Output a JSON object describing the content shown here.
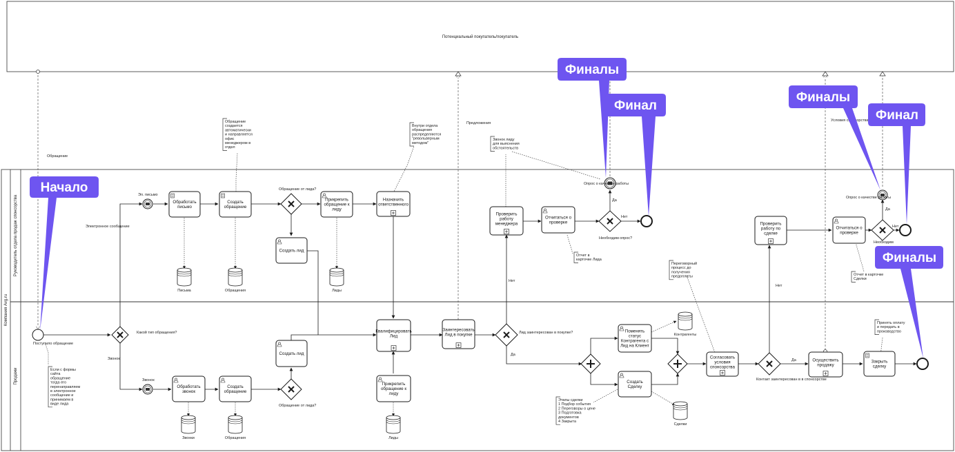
{
  "pool_top": {
    "title": "Потенциальный покупатель/покупатель"
  },
  "pool_main": {
    "title": "Компания Avg.ru"
  },
  "lanes": {
    "top": "Руководитель отдела продаж спонсорства",
    "bottom": "Продажи"
  },
  "events": {
    "start": "Поступило обращение",
    "msg_email": "Эл. письмо",
    "msg_call": "Звонок"
  },
  "tasks": {
    "process_letter": "Обработать письмо",
    "create_request_top": "Создать обращение",
    "attach_request_top": "Прикрепить обращение к лиду",
    "assign_responsible": "Назначить ответственного",
    "create_lead_top": "Создать лид",
    "process_call": "Обработать звонок",
    "create_request_bottom": "Создать обращение",
    "create_lead_bottom": "Создать лид",
    "qualify_lead": "Квалифицировать Лид",
    "attach_request_bottom": "Прикрепить обращение к лиду",
    "interest_lead": "Заинтересовать Лид в покупке",
    "check_manager": "Проверить работу менеджера",
    "report_check_1": "Отчитаться о проверке",
    "change_status": "Поменять статус Контрагента с Лид на Клиент",
    "create_deal": "Создать Сделку",
    "agree_terms": "Согласовать условия спонсорства",
    "check_deal": "Проверить работу по сделке",
    "report_check_2": "Отчитаться о проверке",
    "make_sale": "Осуществить продажу",
    "close_deal": "Закрыть сделку"
  },
  "datastores": {
    "letters": "Письма",
    "requests_top": "Обращения",
    "leads_top": "Лиды",
    "calls": "Звонки",
    "requests_bottom": "Обращения",
    "leads_bottom": "Лиды",
    "counterparties": "Контрагенты",
    "deals": "Сделки"
  },
  "gateways": {
    "type_question": "Какой тип обращения?",
    "from_lead_top": "Обращение от лида?",
    "from_lead_bottom": "Обращение от лида?",
    "lead_interested": "Лид заинтересован в покупке?",
    "need_survey_1": "Необходим опрос?",
    "need_survey_2": "Необходим",
    "contact_interested": "Контакт заинтересован в в спонсорстве"
  },
  "flow_labels": {
    "electronic": "Электронное сообщение",
    "call": "Звонок",
    "no": "Нет",
    "yes": "Да",
    "yes2": "Да",
    "no2": "Нет",
    "yes3": "Да",
    "no3": "Нет",
    "no4": "Нет",
    "yes4": "Да",
    "request_msg": "Обращение",
    "offer_msg": "Предложения",
    "survey_1": "Опрос о качестве работы",
    "survey_2": "Опрос о качестве работы",
    "terms_msg": "Условия спонсорства"
  },
  "annotations": {
    "start_note": [
      "Если с формы",
      "сайта",
      "обращение",
      "тогда его",
      "перенаправляем",
      "в электронное",
      "сообщение и",
      "принимаем в",
      "виде лида"
    ],
    "auto_note": [
      "Обращение",
      "создается",
      "автоматически",
      "и направляется",
      "офис",
      "менеджером в",
      "отдел"
    ],
    "inside_note": [
      "Внутри отдела",
      "обращения",
      "распределяются",
      "\"револьверным",
      "методом\""
    ],
    "call_note": [
      "Звонок лиду",
      "для выяснения",
      "обстоятельств"
    ],
    "report_note_1": [
      "Отчет в",
      "карточке Лида"
    ],
    "negotiation_note": [
      "Переговорный",
      "процесс до",
      "получения",
      "предоплаты"
    ],
    "deal_stages": [
      "Этапы сделки",
      "1 Подбор события",
      "2 Переговоры о цене",
      "3 Подготовка",
      "документов",
      "4 Закрыта"
    ],
    "report_note_2": [
      "Отчет в карточке",
      "Сделки"
    ],
    "payment_note": [
      "Принять оплату",
      "и передать в",
      "производство"
    ]
  },
  "callouts": {
    "start": "Начало",
    "finals_1": "Финалы",
    "final_1": "Финал",
    "finals_2": "Финалы",
    "final_2": "Финал",
    "finals_3": "Финалы"
  },
  "colors": {
    "callout": "#6E55F0",
    "stroke": "#1a1a1a",
    "task_fill": "#ffffff"
  }
}
